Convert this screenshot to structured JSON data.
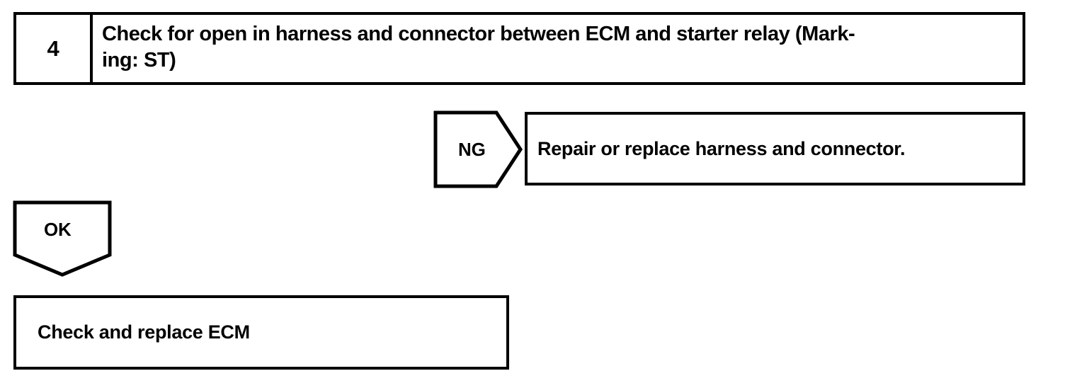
{
  "document": {
    "type": "diagnostic-flowchart",
    "background_color": "#ffffff",
    "line_color": "#000000"
  },
  "step": {
    "number": "4",
    "instruction": "Check for open in harness and connector between ECM and starter relay (Mark-\ning: ST)"
  },
  "branches": [
    {
      "label": "NG",
      "direction": "right",
      "outcome": "Repair or replace harness and connector."
    },
    {
      "label": "OK",
      "direction": "down",
      "outcome": "Check and replace ECM"
    }
  ],
  "ng_result": {
    "label": "NG",
    "text": "Repair or replace harness and connector."
  },
  "ok_result": {
    "label": "OK",
    "text": "Check and replace ECM"
  }
}
